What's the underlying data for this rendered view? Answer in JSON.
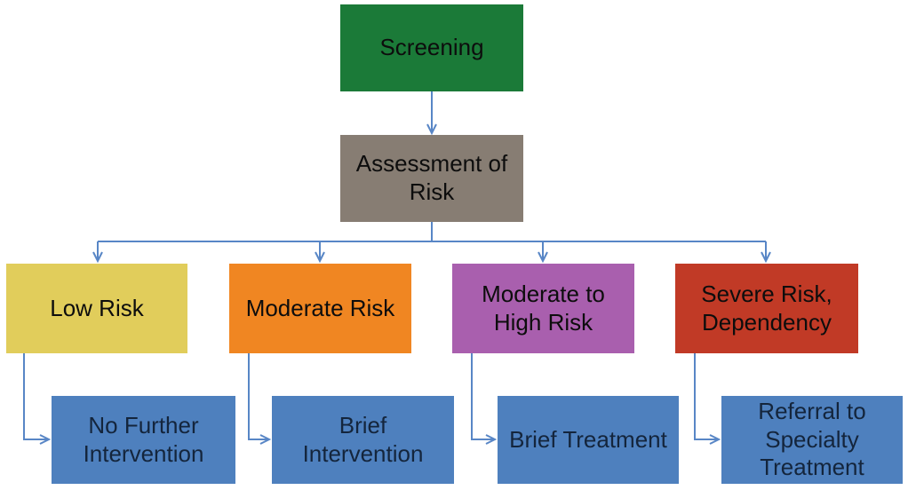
{
  "diagram": {
    "type": "flowchart",
    "connector_color": "#5886C6",
    "nodes": {
      "screening": {
        "label": "Screening",
        "fill": "#1B7A38",
        "text_color": "#0d0d0d"
      },
      "assessment": {
        "label": "Assessment of\nRisk",
        "fill": "#877D73",
        "text_color": "#0d0d0d"
      },
      "low_risk": {
        "label": "Low Risk",
        "fill": "#E1CD5B",
        "text_color": "#0d0d0d"
      },
      "moderate_risk": {
        "label": "Moderate Risk",
        "fill": "#F08622",
        "text_color": "#0d0d0d"
      },
      "moderate_high_risk": {
        "label": "Moderate to\nHigh Risk",
        "fill": "#A95FAE",
        "text_color": "#0d0d0d"
      },
      "severe_risk": {
        "label": "Severe Risk,\nDependency",
        "fill": "#C13A26",
        "text_color": "#0d0d0d"
      },
      "no_further_intervention": {
        "label": "No Further\nIntervention",
        "fill": "#4E80BE",
        "text_color": "#14253C"
      },
      "brief_intervention": {
        "label": "Brief\nIntervention",
        "fill": "#4E80BE",
        "text_color": "#14253C"
      },
      "brief_treatment": {
        "label": "Brief Treatment",
        "fill": "#4E80BE",
        "text_color": "#14253C"
      },
      "referral_specialty_treatment": {
        "label": "Referral to\nSpecialty\nTreatment",
        "fill": "#4E80BE",
        "text_color": "#14253C"
      }
    },
    "edges": [
      {
        "from": "Screening",
        "to": "Assessment of Risk"
      },
      {
        "from": "Assessment of Risk",
        "to": "Low Risk"
      },
      {
        "from": "Assessment of Risk",
        "to": "Moderate Risk"
      },
      {
        "from": "Assessment of Risk",
        "to": "Moderate to High Risk"
      },
      {
        "from": "Assessment of Risk",
        "to": "Severe Risk, Dependency"
      },
      {
        "from": "Low Risk",
        "to": "No Further Intervention"
      },
      {
        "from": "Moderate Risk",
        "to": "Brief Intervention"
      },
      {
        "from": "Moderate to High Risk",
        "to": "Brief Treatment"
      },
      {
        "from": "Severe Risk, Dependency",
        "to": "Referral to Specialty Treatment"
      }
    ]
  }
}
